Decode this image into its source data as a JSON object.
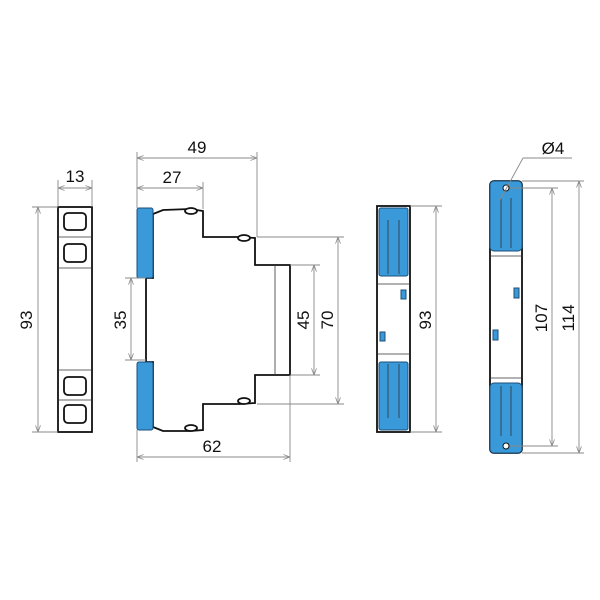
{
  "drawing": {
    "front_view": {
      "width_label": "13",
      "height_label": "93"
    },
    "side_view": {
      "depth_label": "49",
      "rail_offset_label": "27",
      "total_depth_label": "62",
      "rail_label": "35",
      "front_height_label": "45",
      "step_height_label": "70"
    },
    "back_view": {
      "height_label": "93"
    },
    "mounting_view": {
      "hole_label": "Ø4",
      "hole_spacing_label": "107",
      "total_height_label": "114"
    },
    "colors": {
      "accent": "#3a9ad9",
      "outline": "#111111",
      "dimension_line": "#888888"
    }
  }
}
